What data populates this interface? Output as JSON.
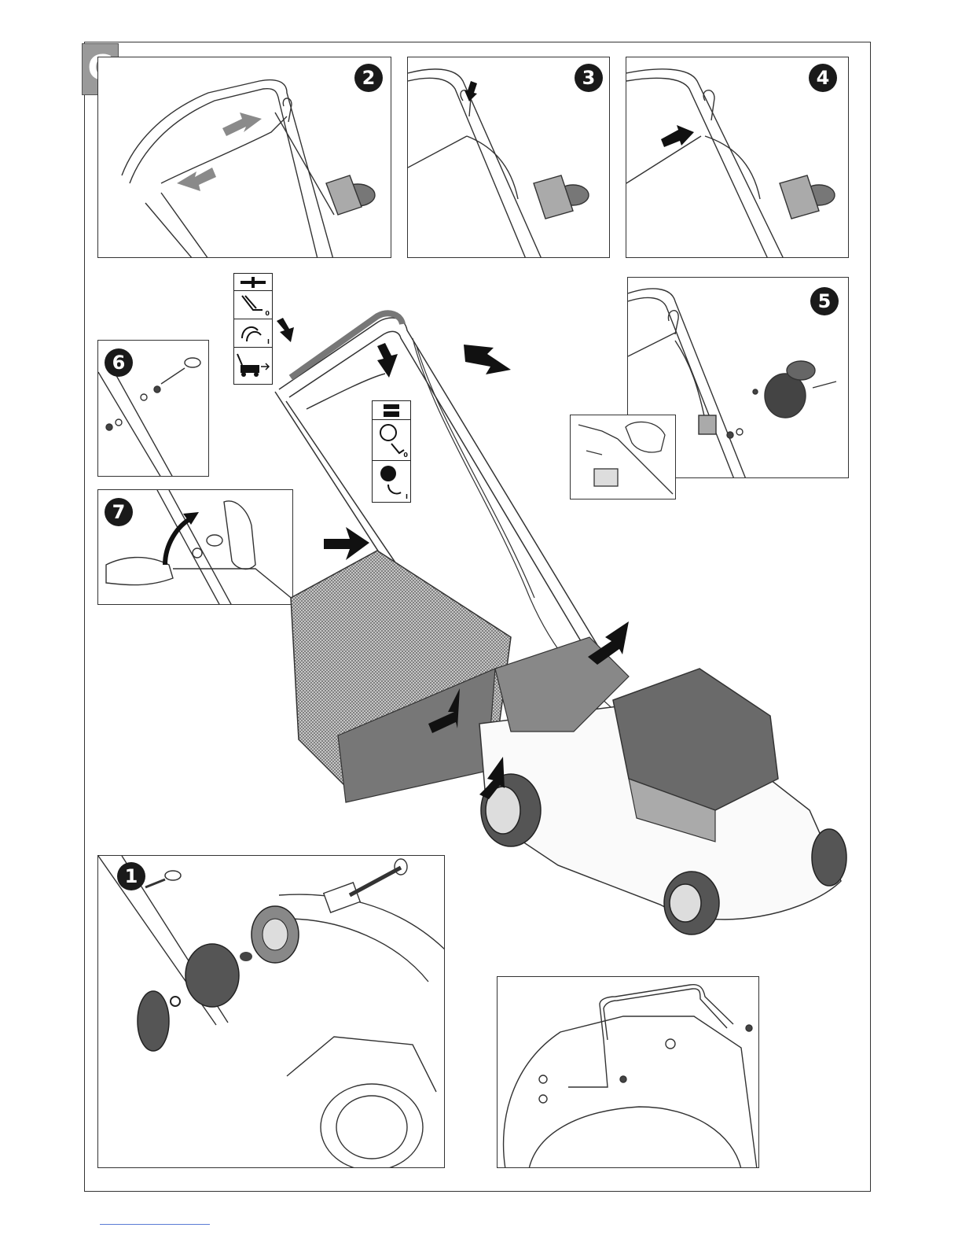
{
  "page": {
    "section_label": "C"
  },
  "steps": {
    "step1": "1",
    "step2": "2",
    "step3": "3",
    "step4": "4",
    "step5": "5",
    "step6": "6",
    "step7": "7"
  },
  "cutting_height_strip": {
    "icons": [
      "handle-lever-icon",
      "lever-position-0-icon",
      "lever-position-1-icon",
      "mower-drive-icon"
    ],
    "marks": [
      "0",
      "I"
    ]
  },
  "throttle_strip": {
    "icons": [
      "engine-choke-icon",
      "stop-position-0-icon",
      "start-position-1-icon"
    ],
    "marks": [
      "0",
      "I"
    ]
  },
  "colors": {
    "line": "#333333",
    "badge": "#1a1a1a",
    "tab": "#9a9a9a",
    "arrow": "#111111",
    "arrow_grey": "#8a8a8a",
    "mesh": "#555555"
  }
}
